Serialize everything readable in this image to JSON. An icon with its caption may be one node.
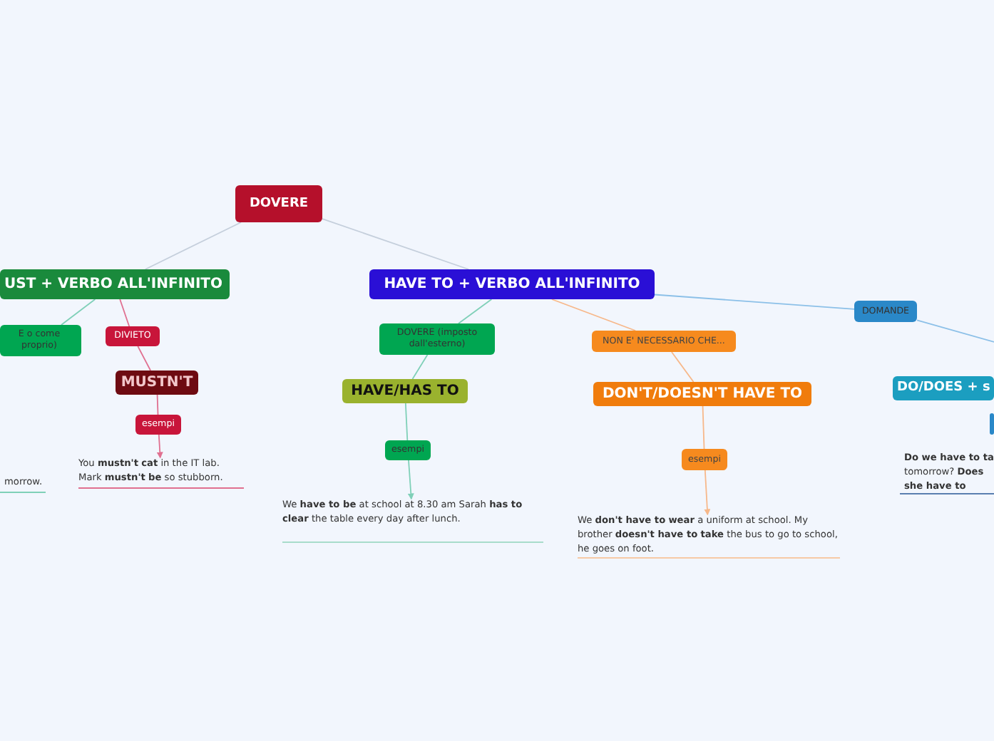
{
  "diagram": {
    "nodes": [
      {
        "text": [
          "DOVERE"
        ]
      },
      {
        "text": [
          "UST + VERBO ALL'INFINITO"
        ]
      },
      {
        "text": [
          "E o come proprio)"
        ]
      },
      {
        "text": [
          "DIVIETO"
        ]
      },
      {
        "text": [
          "MUSTN'T"
        ]
      },
      {
        "text": [
          "esempi"
        ]
      },
      {
        "text": [
          "You **mustn't** **cat** in the IT lab. Mark **mustn't** **be** so stubborn."
        ]
      },
      {
        "text": [
          "morrow."
        ]
      },
      {
        "text": [
          "HAVE TO + VERBO ALL'INFINITO"
        ]
      },
      {
        "text": [
          "DOVERE (imposto dall'esterno)"
        ]
      },
      {
        "text": [
          "HAVE/HAS TO"
        ]
      },
      {
        "text": [
          "esempi"
        ]
      },
      {
        "text": [
          "We **have to be** at school at 8.30 am Sarah **has to** **clear** the table every day after lunch."
        ]
      },
      {
        "text": [
          "NON E' NECESSARIO CHE..."
        ]
      },
      {
        "text": [
          "DON'T/DOESN'T HAVE TO"
        ]
      },
      {
        "text": [
          "esempi"
        ]
      },
      {
        "text": [
          "We **don't have to** **wear** a uniform at school. My brother **doesn't have to** **take** the bus to go to school, he goes on foot."
        ]
      },
      {
        "text": [
          "DOMANDE"
        ]
      },
      {
        "text": [
          "DO/DOES + s"
        ]
      },
      {
        "text": [],
        "shape": "box"
      },
      {
        "text": [
          "**Do we have to ta** tomorrow? **Does she have to**"
        ]
      }
    ],
    "edges": [
      {
        "from": 0,
        "to": 1,
        "arrow": "none",
        "color": "#c5cfdc"
      },
      {
        "from": 0,
        "to": 8,
        "arrow": "none",
        "color": "#c5cfdc"
      },
      {
        "from": 1,
        "to": 2,
        "arrow": "none",
        "color": "#7fd0b8"
      },
      {
        "from": 1,
        "to": 3,
        "arrow": "none",
        "color": "#e07090"
      },
      {
        "from": 3,
        "to": 4,
        "arrow": "none",
        "color": "#e07090"
      },
      {
        "from": 4,
        "to": 5,
        "arrow": "none",
        "color": "#e07090"
      },
      {
        "from": 5,
        "to": 6,
        "arrow": "to",
        "color": "#e07090"
      },
      {
        "from": 8,
        "to": 9,
        "arrow": "none",
        "color": "#7fd0b8"
      },
      {
        "from": 9,
        "to": 10,
        "arrow": "none",
        "color": "#7fd0b8"
      },
      {
        "from": 10,
        "to": 11,
        "arrow": "none",
        "color": "#7fd0b8"
      },
      {
        "from": 11,
        "to": 12,
        "arrow": "to",
        "color": "#7fd0b8"
      },
      {
        "from": 8,
        "to": 13,
        "arrow": "none",
        "color": "#f7b88a"
      },
      {
        "from": 13,
        "to": 14,
        "arrow": "none",
        "color": "#f7b88a"
      },
      {
        "from": 14,
        "to": 15,
        "arrow": "none",
        "color": "#f7b88a"
      },
      {
        "from": 15,
        "to": 16,
        "arrow": "to",
        "color": "#f7b88a"
      },
      {
        "from": 8,
        "to": 17,
        "arrow": "none",
        "color": "#8cc0e8"
      },
      {
        "from": 17,
        "to": null,
        "arrow": "none",
        "color": "#8cc0e8"
      }
    ]
  }
}
